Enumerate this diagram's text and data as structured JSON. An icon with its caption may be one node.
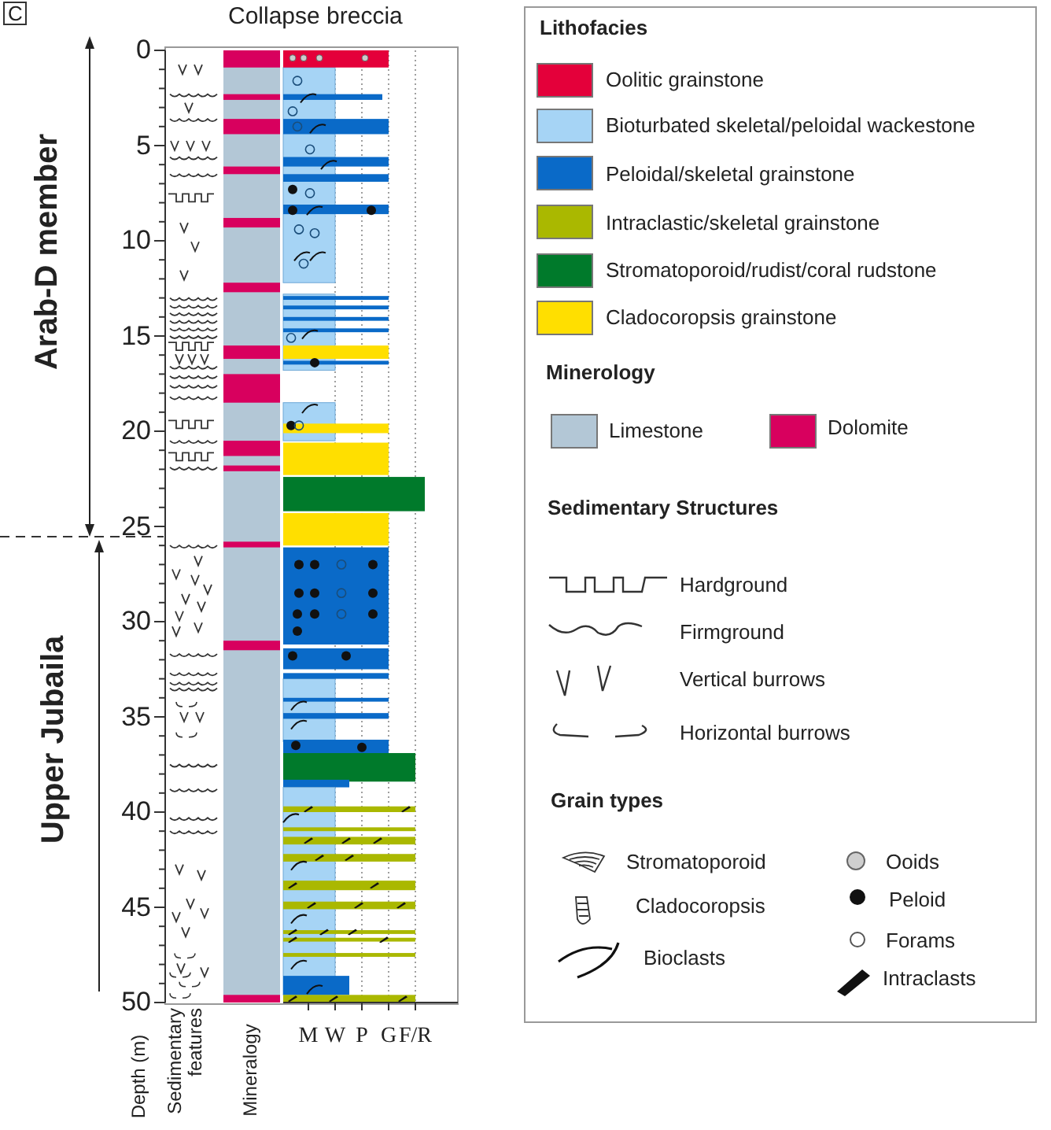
{
  "diagram": {
    "labels": [
      "C",
      "Collapse breccia",
      "0",
      "5",
      "10",
      "15",
      "20",
      "25",
      "30",
      "35",
      "40",
      "45",
      "50",
      "Arab-D member",
      "Upper Jubaila",
      "Depth (m)",
      "Sedimentary features",
      "Mineralogy",
      "M",
      "W",
      "P",
      "G",
      "F/R",
      "Lithofacies",
      "Minerology",
      "Sedimentary Structures",
      "Grain types"
    ],
    "legend": [
      {
        "text": "Oolitic grainstone",
        "color": "#e4003a"
      },
      {
        "text": "Bioturbated skeletal/peloidal wackestone",
        "color": "#a6d4f5"
      },
      {
        "text": "Peloidal/skeletal grainstone",
        "color": "#0a6ac8"
      },
      {
        "text": "Intraclastic/skeletal grainstone",
        "color": "#aab800"
      },
      {
        "text": "Stromatoporoid/rudist/coral rudstone",
        "color": "#007a2b"
      },
      {
        "text": "Cladocoropsis grainstone",
        "color": "#ffdf00"
      },
      {
        "text": "Limestone",
        "color": "#b3c7d6"
      },
      {
        "text": "Dolomite",
        "color": "#d8005e"
      },
      {
        "text": "Hardground"
      },
      {
        "text": "Firmground"
      },
      {
        "text": "Vertical burrows"
      },
      {
        "text": "Horizontal burrows"
      },
      {
        "text": "Stromatoporoid"
      },
      {
        "text": "Cladocoropsis"
      },
      {
        "text": "Bioclasts"
      },
      {
        "text": "Ooids"
      },
      {
        "text": "Peloid"
      },
      {
        "text": "Forams"
      },
      {
        "text": "Intraclasts"
      }
    ]
  }
}
